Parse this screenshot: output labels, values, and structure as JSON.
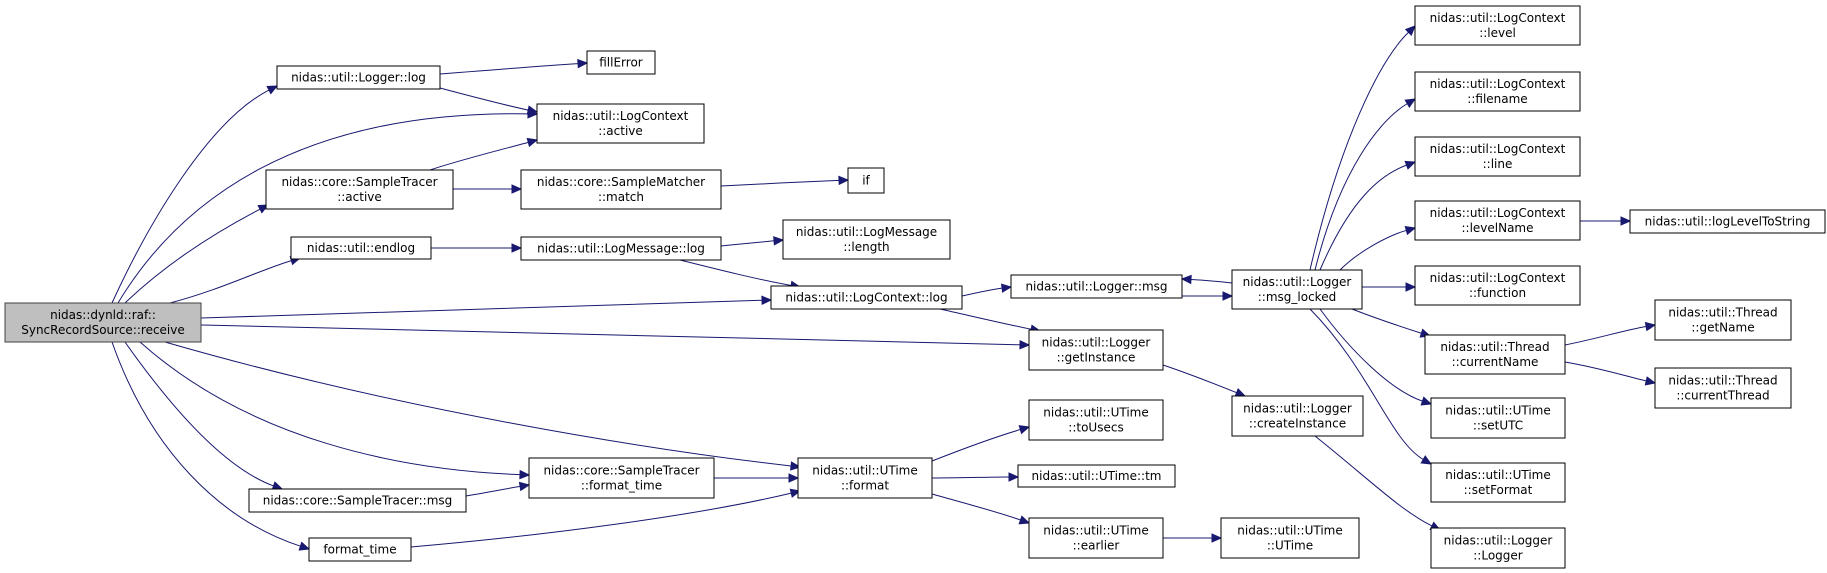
{
  "graph": {
    "nodes": [
      {
        "id": "receive",
        "lines": [
          "nidas::dynld::raf::",
          "SyncRecordSource::receive"
        ],
        "root": true
      },
      {
        "id": "logger_log",
        "lines": [
          "nidas::util::Logger::log"
        ]
      },
      {
        "id": "fillError",
        "lines": [
          "fillError"
        ]
      },
      {
        "id": "logctx_active",
        "lines": [
          "nidas::util::LogContext",
          "::active"
        ]
      },
      {
        "id": "tracer_active",
        "lines": [
          "nidas::core::SampleTracer",
          "::active"
        ]
      },
      {
        "id": "matcher_match",
        "lines": [
          "nidas::core::SampleMatcher",
          "::match"
        ]
      },
      {
        "id": "if",
        "lines": [
          "if"
        ]
      },
      {
        "id": "endlog",
        "lines": [
          "nidas::util::endlog"
        ]
      },
      {
        "id": "logmsg_log",
        "lines": [
          "nidas::util::LogMessage::log"
        ]
      },
      {
        "id": "logmsg_length",
        "lines": [
          "nidas::util::LogMessage",
          "::length"
        ]
      },
      {
        "id": "logctx_log",
        "lines": [
          "nidas::util::LogContext::log"
        ]
      },
      {
        "id": "logger_msg",
        "lines": [
          "nidas::util::Logger::msg"
        ]
      },
      {
        "id": "msg_locked",
        "lines": [
          "nidas::util::Logger",
          "::msg_locked"
        ]
      },
      {
        "id": "getInstance",
        "lines": [
          "nidas::util::Logger",
          "::getInstance"
        ]
      },
      {
        "id": "createInstance",
        "lines": [
          "nidas::util::Logger",
          "::createInstance"
        ]
      },
      {
        "id": "logger_ctor",
        "lines": [
          "nidas::util::Logger",
          "::Logger"
        ]
      },
      {
        "id": "lc_level",
        "lines": [
          "nidas::util::LogContext",
          "::level"
        ]
      },
      {
        "id": "lc_filename",
        "lines": [
          "nidas::util::LogContext",
          "::filename"
        ]
      },
      {
        "id": "lc_line",
        "lines": [
          "nidas::util::LogContext",
          "::line"
        ]
      },
      {
        "id": "lc_levelName",
        "lines": [
          "nidas::util::LogContext",
          "::levelName"
        ]
      },
      {
        "id": "logLevelToString",
        "lines": [
          "nidas::util::logLevelToString"
        ]
      },
      {
        "id": "lc_function",
        "lines": [
          "nidas::util::LogContext",
          "::function"
        ]
      },
      {
        "id": "currentName",
        "lines": [
          "nidas::util::Thread",
          "::currentName"
        ]
      },
      {
        "id": "getName",
        "lines": [
          "nidas::util::Thread",
          "::getName"
        ]
      },
      {
        "id": "currentThread",
        "lines": [
          "nidas::util::Thread",
          "::currentThread"
        ]
      },
      {
        "id": "setUTC",
        "lines": [
          "nidas::util::UTime",
          "::setUTC"
        ]
      },
      {
        "id": "setFormat",
        "lines": [
          "nidas::util::UTime",
          "::setFormat"
        ]
      },
      {
        "id": "tracer_msg",
        "lines": [
          "nidas::core::SampleTracer::msg"
        ]
      },
      {
        "id": "format_time_member",
        "lines": [
          "nidas::core::SampleTracer",
          "::format_time"
        ]
      },
      {
        "id": "format_time",
        "lines": [
          "format_time"
        ]
      },
      {
        "id": "utime_format",
        "lines": [
          "nidas::util::UTime",
          "::format"
        ]
      },
      {
        "id": "toUsecs",
        "lines": [
          "nidas::util::UTime",
          "::toUsecs"
        ]
      },
      {
        "id": "utime_tm",
        "lines": [
          "nidas::util::UTime::tm"
        ]
      },
      {
        "id": "earlier",
        "lines": [
          "nidas::util::UTime",
          "::earlier"
        ]
      },
      {
        "id": "utime_ctor",
        "lines": [
          "nidas::util::UTime",
          "::UTime"
        ]
      }
    ]
  },
  "colors": {
    "edge": "#191970",
    "node_border": "#000000",
    "root_fill": "#bfbfbf",
    "node_fill": "#ffffff"
  }
}
